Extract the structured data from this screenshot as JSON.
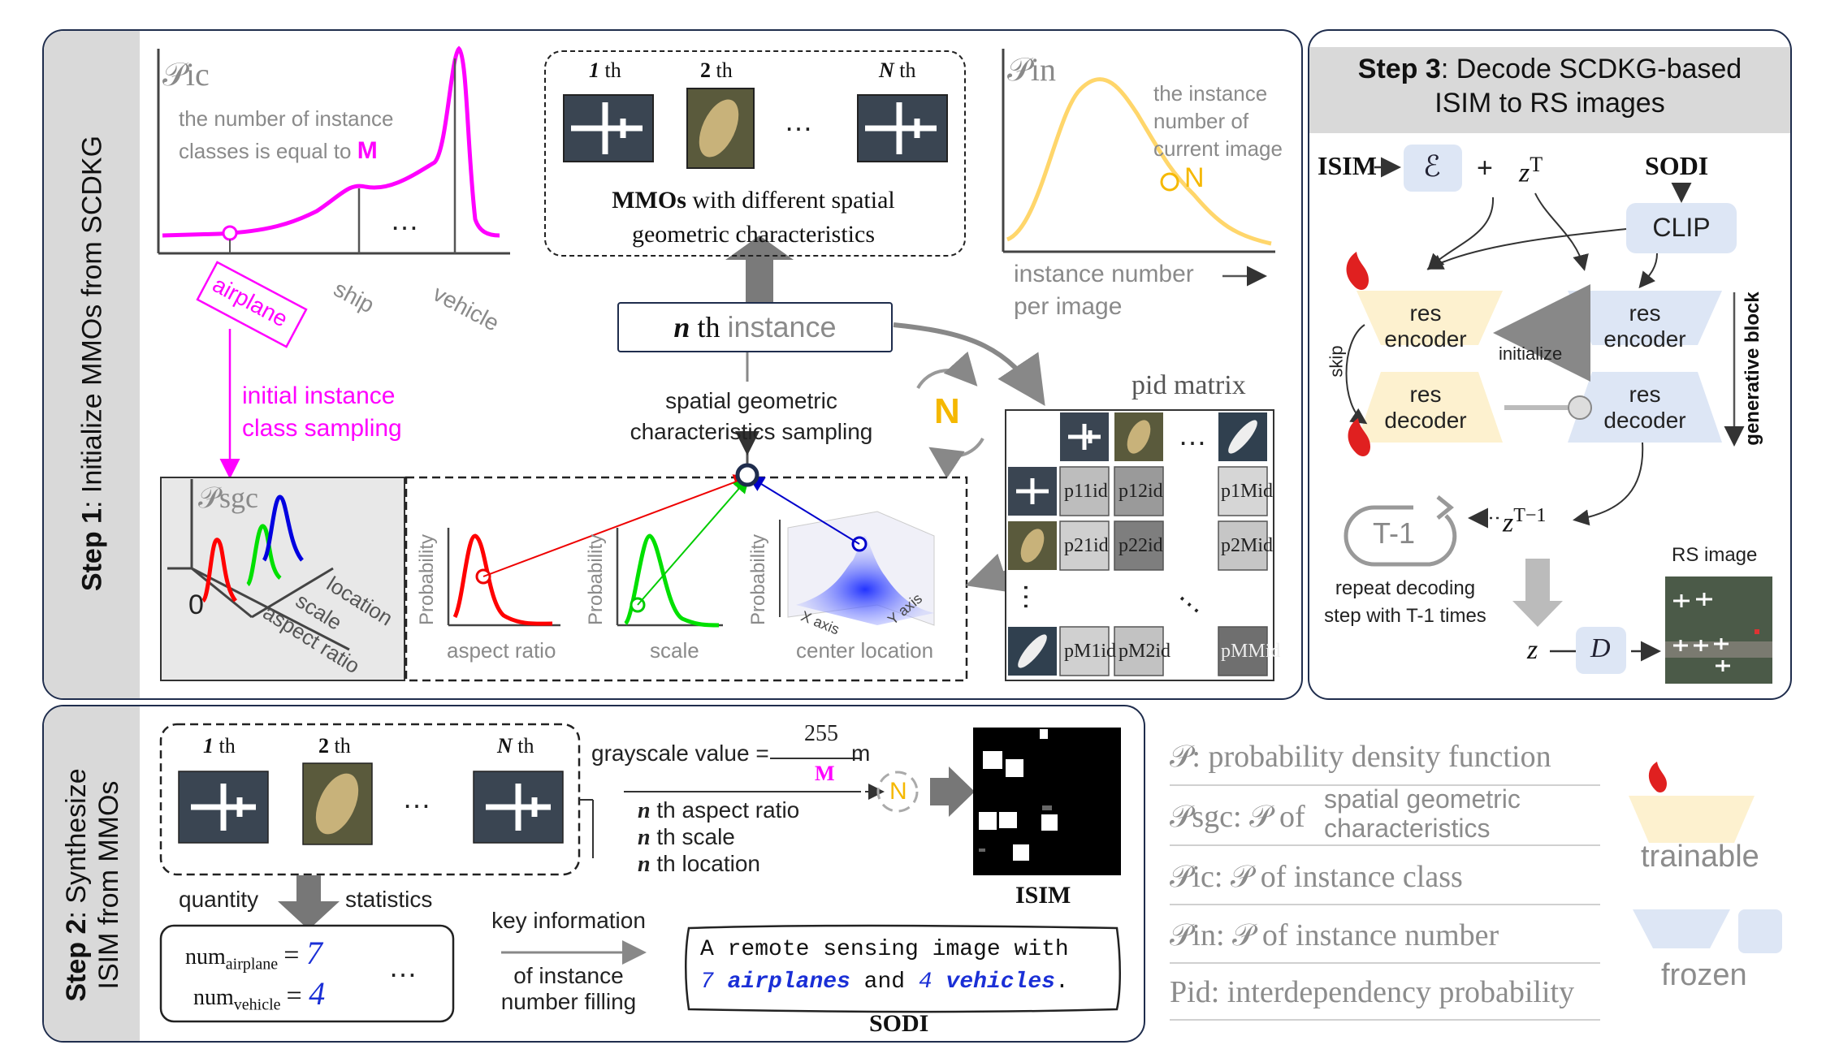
{
  "step1": {
    "title_bold": "Step 1",
    "title_rest": ": Initialize MMOs from SCDKG",
    "pic_label": "𝒫ic",
    "pic_desc_line1": "the number of instance",
    "pic_desc_line2": "classes is equal to",
    "pic_M": "M",
    "class_airplane": "airplane",
    "class_ship": "ship",
    "class_vehicle": "vehicle",
    "ellipsis": "…",
    "initial_sampling_line1": "initial instance",
    "initial_sampling_line2": "class sampling",
    "mmo_1th": "1 th",
    "mmo_2th": "2 th",
    "mmo_Nth": "N th",
    "mmo_caption_bold": "MMOs",
    "mmo_caption_rest": " with different spatial",
    "mmo_caption_line2": "geometric characteristics",
    "pin_label": "𝒫in",
    "pin_desc_line1": "the instance",
    "pin_desc_line2": "number of",
    "pin_desc_line3": "current image",
    "pin_N": "N",
    "instance_axis_line1": "instance number",
    "instance_axis_line2": "per image",
    "nth_instance_n": "n",
    "nth_instance_th": " th ",
    "nth_instance_word": "instance",
    "sgc_sampling_line1": "spatial geometric",
    "sgc_sampling_line2": "characteristics sampling",
    "loop_N": "N",
    "pid_matrix_label": "pid matrix",
    "psgc_label": "𝒫sgc",
    "origin_zero": "0",
    "axis_location": "location",
    "axis_scale": "scale",
    "axis_aspect": "aspect ratio",
    "prob_label": "Probability",
    "plot_aspect": "aspect ratio",
    "plot_scale": "scale",
    "plot_center": "center location",
    "x_axis": "X axis",
    "y_axis": "Y axis",
    "matrix_cells": [
      "p11id",
      "p12id",
      "p1Mid",
      "p21id",
      "p22id",
      "p2Mid",
      "pM1id",
      "pM2id",
      "pMMid"
    ]
  },
  "step2": {
    "title_bold": "Step 2",
    "title_rest": ": Synthesize",
    "title_line2": "ISIM from MMOs",
    "mmo_1th": "1 th",
    "mmo_2th": "2 th",
    "mmo_Nth": "N th",
    "ellipsis": "…",
    "grayscale_text": "grayscale value =",
    "grayscale_num": "255",
    "grayscale_den": "M",
    "grayscale_m": "m",
    "nth_aspect": "th aspect ratio",
    "nth_scale": "th scale",
    "nth_location": "th location",
    "n_letter": "n",
    "N_circle": "N",
    "isim_label": "ISIM",
    "quantity": "quantity",
    "statistics": "statistics",
    "num_airplane_base": "num",
    "num_airplane_sub": "airplane",
    "num_airplane_val": "7",
    "num_vehicle_base": "num",
    "num_vehicle_sub": "vehicle",
    "num_vehicle_val": "4",
    "key_info_line1": "key information",
    "key_info_line2": "of instance",
    "key_info_line3": "number filling",
    "sodi_line1": "A remote sensing image with",
    "sodi_7": "7",
    "sodi_airplanes": "airplanes",
    "sodi_and": "and",
    "sodi_4": "4",
    "sodi_vehicles": "vehicles",
    "sodi_period": ".",
    "sodi_label": "SODI"
  },
  "step3": {
    "title_bold": "Step 3",
    "title_rest": ": Decode SCDKG-based",
    "title_line2": "ISIM to RS images",
    "isim": "ISIM",
    "encoder_symbol": "ℰ",
    "plus": "+",
    "zT": "z",
    "zT_sup": "T",
    "sodi": "SODI",
    "clip": "CLIP",
    "res_encoder": "res encoder",
    "res_decoder": "res decoder",
    "initialize": "initialize",
    "skip": "skip",
    "generative_block": "generative block",
    "zT1": "z",
    "zT1_sup": "T−1",
    "loop_label": "T-1",
    "repeat_line1": "repeat decoding",
    "repeat_line2": "step with T-1 times",
    "rs_image": "RS image",
    "z_final": "z",
    "decoder_symbol": "D"
  },
  "legend": {
    "p_def": "𝒫: probability density function",
    "psgc_def_a": "𝒫sgc: 𝒫 of",
    "psgc_def_b1": "spatial geometric",
    "psgc_def_b2": "characteristics",
    "pic_def": "𝒫ic: 𝒫 of instance class",
    "pin_def": "𝒫in: 𝒫 of instance number",
    "pid_def": "Pid: interdependency probability",
    "trainable": "trainable",
    "frozen": "frozen"
  },
  "colors": {
    "magenta": "#ff00ff",
    "yellow": "#ffd66b",
    "blue_fill": "#dde6f5",
    "trainable_fill": "#fdf1cf",
    "border": "#1f2d4d",
    "sidebar": "#d9d9d9",
    "num_blue": "#1a2fd6"
  }
}
